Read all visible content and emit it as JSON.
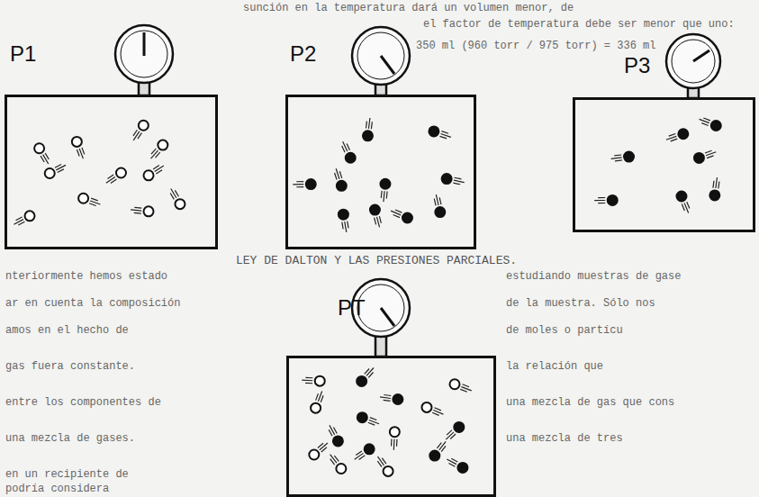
{
  "diagram": {
    "nodes": [
      {
        "text": [
          "P1"
        ]
      },
      {
        "text": [
          "P2"
        ]
      },
      {
        "text": [
          "P3"
        ]
      },
      {
        "text": [
          "PT"
        ]
      }
    ],
    "labels": [
      "sunción en la temperatura dará un volumen menor, de",
      "el factor de temperatura debe ser menor que uno:",
      "350 ml (960 torr / 975 torr) = 336 ml",
      "LEY DE DALTON Y LAS PRESIONES PARCIALES.",
      "nteriormente hemos estado",
      "ar en cuenta la composición",
      "amos en el hecho de",
      "gas fuera constante.",
      "entre los componentes de",
      "una mezcla de gases.",
      "en un recipiente de",
      "estudiando muestras de gase",
      "de la muestra. Sólo nos",
      "de moles o partícu",
      "la relación que",
      "una mezcla de gas que cons",
      "una mezcla de tres",
      "podría considera"
    ]
  }
}
